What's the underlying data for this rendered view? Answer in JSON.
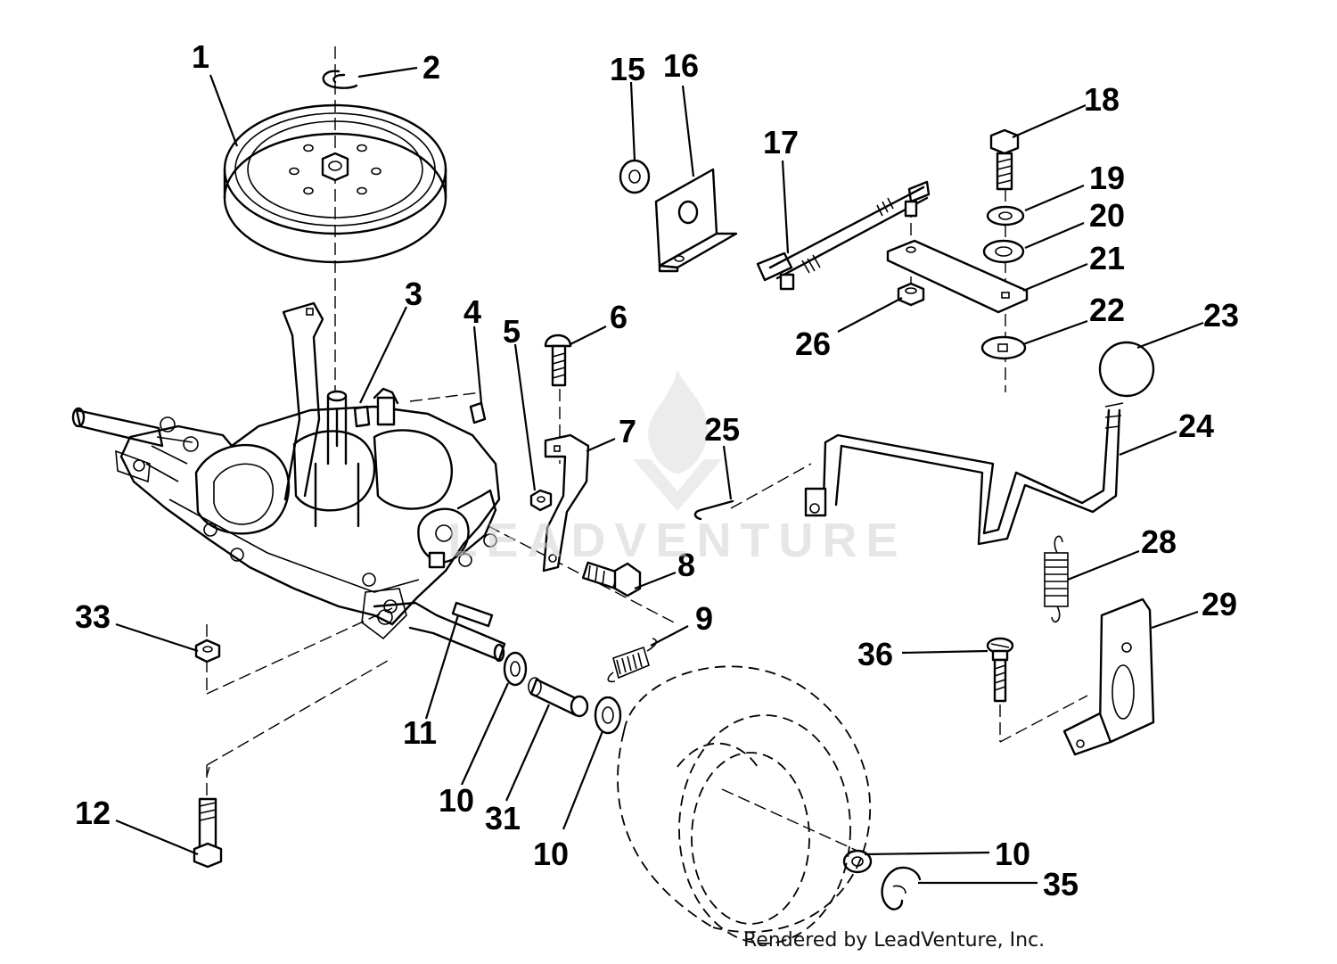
{
  "diagram": {
    "callouts": [
      {
        "id": "c1",
        "label": "1"
      },
      {
        "id": "c2",
        "label": "2"
      },
      {
        "id": "c3",
        "label": "3"
      },
      {
        "id": "c4",
        "label": "4"
      },
      {
        "id": "c5",
        "label": "5"
      },
      {
        "id": "c6",
        "label": "6"
      },
      {
        "id": "c7",
        "label": "7"
      },
      {
        "id": "c8",
        "label": "8"
      },
      {
        "id": "c9",
        "label": "9"
      },
      {
        "id": "c10a",
        "label": "10"
      },
      {
        "id": "c10b",
        "label": "10"
      },
      {
        "id": "c10c",
        "label": "10"
      },
      {
        "id": "c11",
        "label": "11"
      },
      {
        "id": "c12",
        "label": "12"
      },
      {
        "id": "c15",
        "label": "15"
      },
      {
        "id": "c16",
        "label": "16"
      },
      {
        "id": "c17",
        "label": "17"
      },
      {
        "id": "c18",
        "label": "18"
      },
      {
        "id": "c19",
        "label": "19"
      },
      {
        "id": "c20",
        "label": "20"
      },
      {
        "id": "c21",
        "label": "21"
      },
      {
        "id": "c22",
        "label": "22"
      },
      {
        "id": "c23",
        "label": "23"
      },
      {
        "id": "c24",
        "label": "24"
      },
      {
        "id": "c25",
        "label": "25"
      },
      {
        "id": "c26",
        "label": "26"
      },
      {
        "id": "c28",
        "label": "28"
      },
      {
        "id": "c29",
        "label": "29"
      },
      {
        "id": "c31",
        "label": "31"
      },
      {
        "id": "c33",
        "label": "33"
      },
      {
        "id": "c35",
        "label": "35"
      },
      {
        "id": "c36",
        "label": "36"
      }
    ],
    "watermark_text": "LEADVENTURE",
    "credit": "Rendered by LeadVenture, Inc."
  }
}
